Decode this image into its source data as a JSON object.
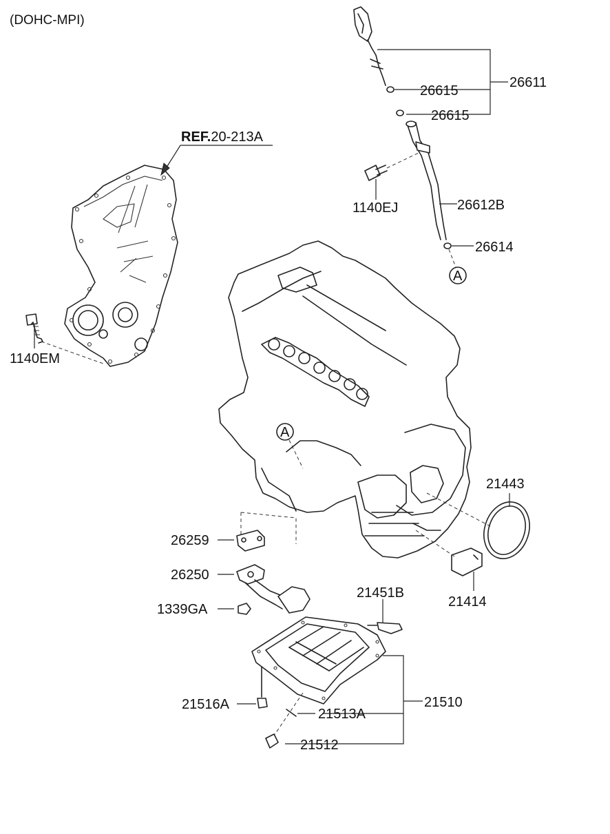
{
  "header": {
    "engine_variant": "(DOHC-MPI)"
  },
  "reference": {
    "prefix": "REF.",
    "code": "20-213A"
  },
  "callouts": {
    "connector_a_top": "A",
    "connector_a_block": "A"
  },
  "parts": {
    "p26611": "26611",
    "p26615_a": "26615",
    "p26615_b": "26615",
    "p1140EJ": "1140EJ",
    "p26612B": "26612B",
    "p26614": "26614",
    "p1140EM": "1140EM",
    "p21443": "21443",
    "p21414": "21414",
    "p26259": "26259",
    "p26250": "26250",
    "p21451B": "21451B",
    "p1339GA": "1339GA",
    "p21510": "21510",
    "p21516A": "21516A",
    "p21513A": "21513A",
    "p21512": "21512"
  }
}
